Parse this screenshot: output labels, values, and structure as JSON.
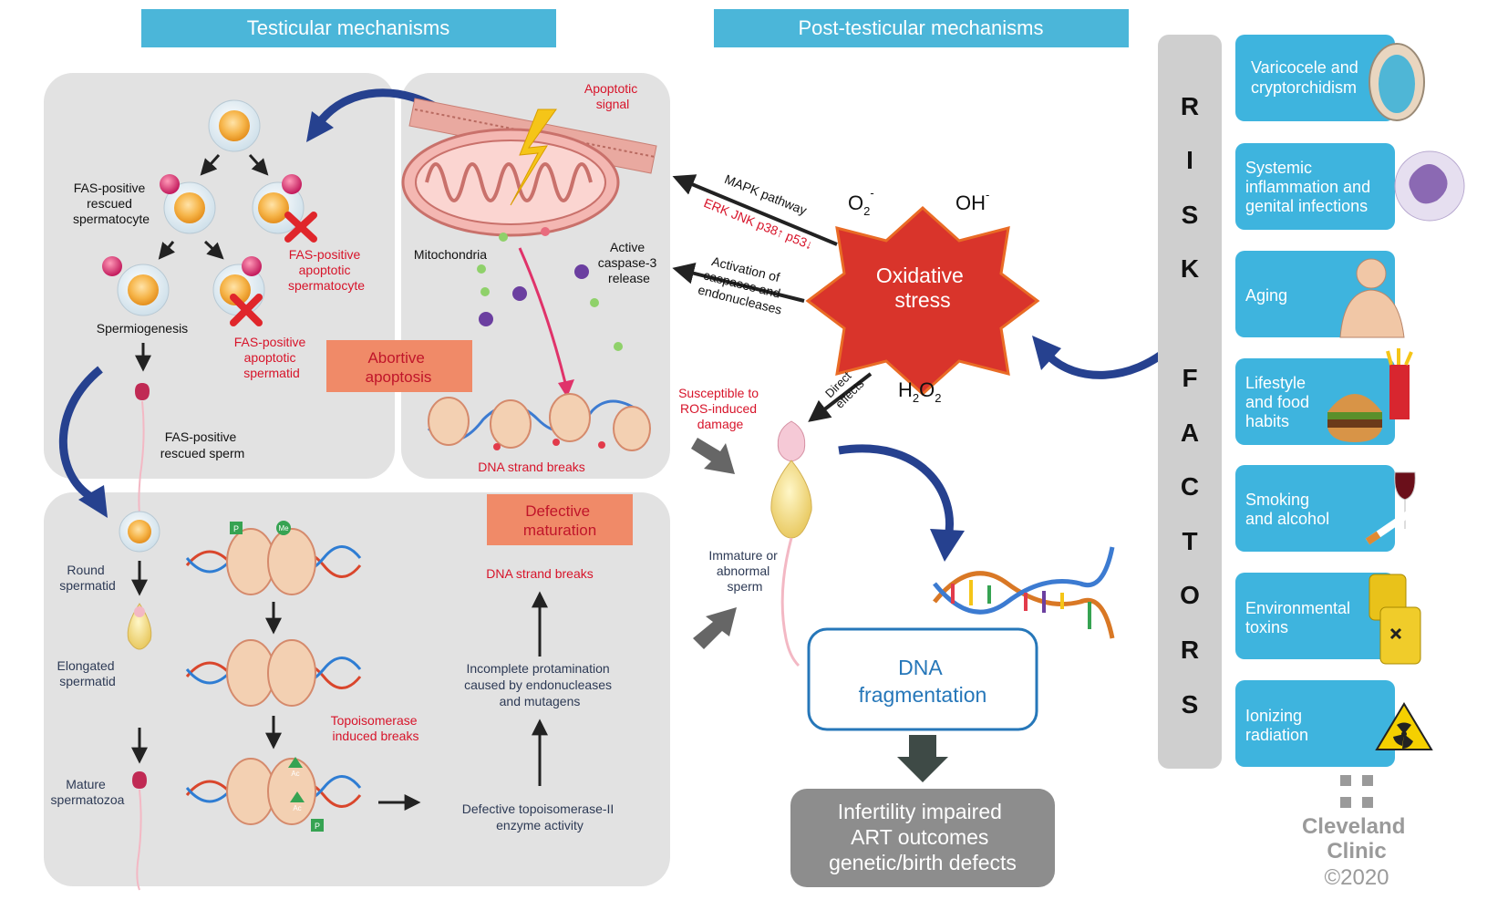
{
  "headers": {
    "testicular": "Testicular mechanisms",
    "post_testicular": "Post-testicular mechanisms"
  },
  "apoptosis_panel": {
    "fas_rescued_spermatocyte": [
      "FAS-positive",
      "rescued",
      "spermatocyte"
    ],
    "fas_apoptotic_spermatocyte": [
      "FAS-positive",
      "apoptotic",
      "spermatocyte"
    ],
    "fas_apoptotic_spermatid": [
      "FAS-positive",
      "apoptotic",
      "spermatid"
    ],
    "spermiogenesis": "Spermiogenesis",
    "fas_rescued_sperm": [
      "FAS-positive",
      "rescued sperm"
    ],
    "abortive_apoptosis": [
      "Abortive",
      "apoptosis"
    ]
  },
  "mito_panel": {
    "apoptotic_signal": [
      "Apoptotic",
      "signal"
    ],
    "mitochondria": "Mitochondria",
    "caspase": [
      "Active",
      "caspase-3",
      "release"
    ],
    "dna_breaks": "DNA strand breaks"
  },
  "maturation_panel": {
    "round_spermatid": [
      "Round",
      "spermatid"
    ],
    "elongated_spermatid": [
      "Elongated",
      "spermatid"
    ],
    "mature_spermatozoa": [
      "Mature",
      "spermatozoa"
    ],
    "defective_maturation": [
      "Defective",
      "maturation"
    ],
    "dna_breaks": "DNA strand breaks",
    "incomplete_protamination": [
      "Incomplete protamination",
      "caused by endonucleases",
      "and mutagens"
    ],
    "topoisomerase_breaks": [
      "Topoisomerase",
      "induced breaks"
    ],
    "defective_topo": [
      "Defective topoisomerase-II",
      "enzyme activity"
    ],
    "marks": {
      "p": "P",
      "me": "Me",
      "ac": "Ac"
    }
  },
  "oxidative": {
    "label": [
      "Oxidative",
      "stress"
    ],
    "o2": "O",
    "o2_sub": "2",
    "o2_sup": "-",
    "oh": "OH",
    "oh_sup": "-",
    "h2o2_a": "H",
    "h2o2_b": "2",
    "h2o2_c": "O",
    "h2o2_d": "2",
    "mapk": "MAPK pathway",
    "erk": "ERK JNK p38↑ p53↓",
    "activation": [
      "Activation of",
      "caspases and",
      "endonucleases"
    ],
    "direct": [
      "Direct",
      "effects"
    ],
    "susceptible": [
      "Susceptible to",
      "ROS-induced",
      "damage"
    ],
    "immature": [
      "Immature or",
      "abnormal",
      "sperm"
    ]
  },
  "outcome": {
    "dna_fragmentation": [
      "DNA",
      "fragmentation"
    ],
    "infertility": [
      "Infertility impaired",
      "ART outcomes",
      "genetic/birth defects"
    ]
  },
  "risk": {
    "letters_top": [
      "R",
      "I",
      "S",
      "K"
    ],
    "letters_bottom": [
      "F",
      "A",
      "C",
      "T",
      "O",
      "R",
      "S"
    ],
    "items": [
      {
        "text": [
          "Varicocele and",
          "cryptorchidism"
        ],
        "icon": "testis-icon"
      },
      {
        "text": [
          "Systemic",
          "inflammation and",
          "genital infections"
        ],
        "icon": "immune-cell-icon"
      },
      {
        "text": [
          "Aging"
        ],
        "icon": "elderly-man-icon"
      },
      {
        "text": [
          "Lifestyle",
          "and food",
          "habits"
        ],
        "icon": "burger-icon"
      },
      {
        "text": [
          "Smoking",
          "and alcohol"
        ],
        "icon": "cigarette-wine-icon"
      },
      {
        "text": [
          "Environmental",
          "toxins"
        ],
        "icon": "toxic-barrel-icon"
      },
      {
        "text": [
          "Ionizing",
          "radiation"
        ],
        "icon": "radiation-icon"
      }
    ]
  },
  "branding": {
    "name": [
      "Cleveland",
      "Clinic"
    ],
    "copyright": "©2020"
  },
  "colors": {
    "header": "#4bb6d9",
    "panel": "#e2e2e2",
    "red_text": "#d7142a",
    "orange_box": "#f08a68",
    "star": "#d9342b",
    "arrow_blue": "#26418f",
    "risk_tile": "#3eb4de",
    "dark_box": "#8d8d8d"
  }
}
